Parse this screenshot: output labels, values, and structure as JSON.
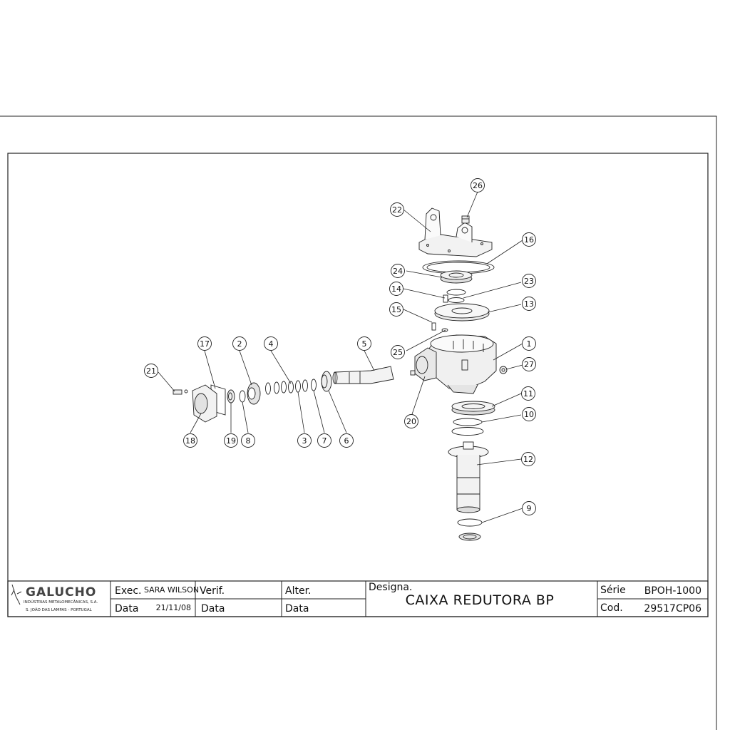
{
  "title_block": {
    "company": "GALUCHO",
    "company_line1": "INDÚSTRIAS METALOMECÂNICAS, S.A.",
    "company_line2": "S. JOÃO DAS LAMPAS - PORTUGAL",
    "exec_label": "Exec.",
    "exec_value": "SARA WILSON",
    "data_label": "Data",
    "data_value": "21/11/08",
    "verif_label": "Verif.",
    "verif_data_label": "Data",
    "alter_label": "Alter.",
    "alter_data_label": "Data",
    "designa_label": "Designa.",
    "designa_value": "CAIXA REDUTORA BP",
    "serie_label": "Série",
    "serie_value": "BPOH-1000",
    "cod_label": "Cod.",
    "cod_value": "29517CP06"
  },
  "callouts": [
    {
      "id": "c26",
      "label": "26"
    },
    {
      "id": "c22",
      "label": "22"
    },
    {
      "id": "c16",
      "label": "16"
    },
    {
      "id": "c24",
      "label": "24"
    },
    {
      "id": "c23",
      "label": "23"
    },
    {
      "id": "c14",
      "label": "14"
    },
    {
      "id": "c13",
      "label": "13"
    },
    {
      "id": "c15",
      "label": "15"
    },
    {
      "id": "c25",
      "label": "25"
    },
    {
      "id": "c1",
      "label": "1"
    },
    {
      "id": "c27",
      "label": "27"
    },
    {
      "id": "c20",
      "label": "20"
    },
    {
      "id": "c11",
      "label": "11"
    },
    {
      "id": "c10",
      "label": "10"
    },
    {
      "id": "c12",
      "label": "12"
    },
    {
      "id": "c9",
      "label": "9"
    },
    {
      "id": "c5",
      "label": "5"
    },
    {
      "id": "c17",
      "label": "17"
    },
    {
      "id": "c2",
      "label": "2"
    },
    {
      "id": "c4",
      "label": "4"
    },
    {
      "id": "c21",
      "label": "21"
    },
    {
      "id": "c18",
      "label": "18"
    },
    {
      "id": "c19",
      "label": "19"
    },
    {
      "id": "c8",
      "label": "8"
    },
    {
      "id": "c3",
      "label": "3"
    },
    {
      "id": "c7",
      "label": "7"
    },
    {
      "id": "c6",
      "label": "6"
    }
  ]
}
